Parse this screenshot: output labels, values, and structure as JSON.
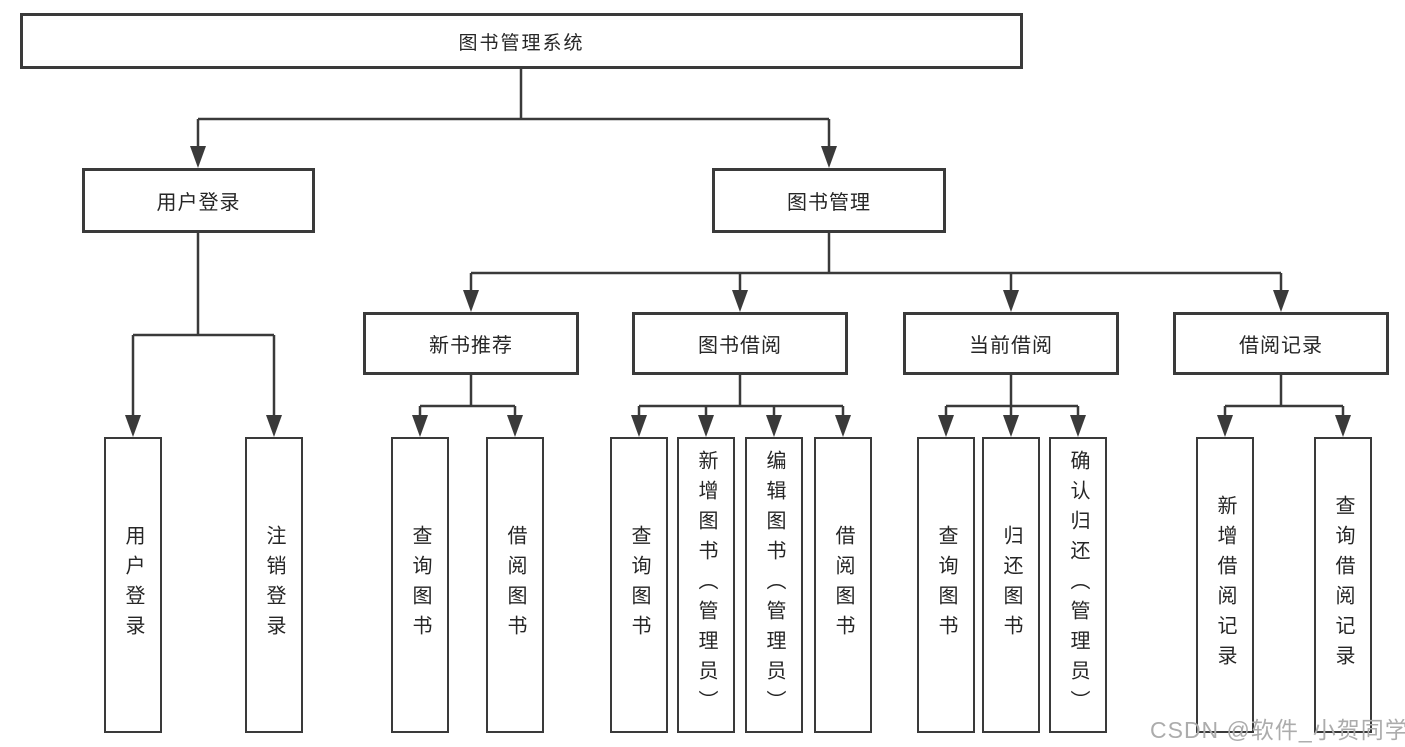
{
  "diagram": {
    "root": {
      "label": "图书管理系统"
    },
    "branches": [
      {
        "label": "用户登录",
        "children": [
          {
            "label": "用户登录"
          },
          {
            "label": "注销登录"
          }
        ]
      },
      {
        "label": "图书管理",
        "children": [
          {
            "label": "新书推荐",
            "children": [
              {
                "label": "查询图书"
              },
              {
                "label": "借阅图书"
              }
            ]
          },
          {
            "label": "图书借阅",
            "children": [
              {
                "label": "查询图书"
              },
              {
                "label": "新增图书（管理员）"
              },
              {
                "label": "编辑图书（管理员）"
              },
              {
                "label": "借阅图书"
              }
            ]
          },
          {
            "label": "当前借阅",
            "children": [
              {
                "label": "查询图书"
              },
              {
                "label": "归还图书"
              },
              {
                "label": "确认归还（管理员）"
              }
            ]
          },
          {
            "label": "借阅记录",
            "children": [
              {
                "label": "新增借阅记录"
              },
              {
                "label": "查询借阅记录"
              }
            ]
          }
        ]
      }
    ]
  },
  "watermark": {
    "text": "CSDN @软件_小贺同学"
  },
  "colors": {
    "line": "#3a3a3a",
    "text": "#262626",
    "background": "#ffffff",
    "watermark": "#acacac"
  }
}
